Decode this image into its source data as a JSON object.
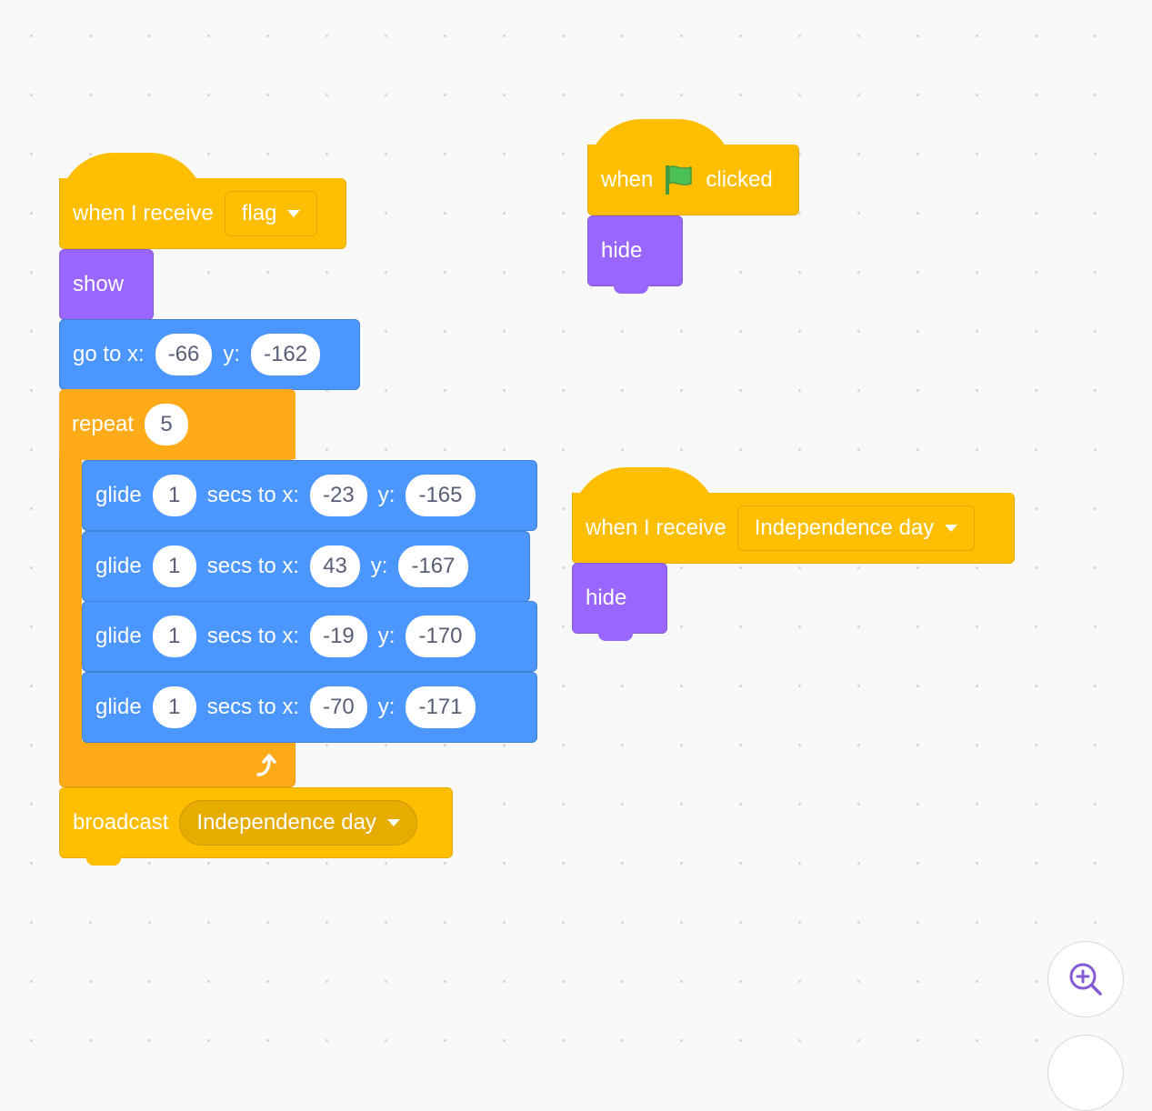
{
  "watermark": "",
  "colors": {
    "events": "#ffbf00",
    "looks": "#9966ff",
    "motion": "#4c97ff",
    "control": "#ffab19",
    "flag": "#4cbf56"
  },
  "script1": {
    "hat": {
      "label": "when I receive",
      "message": "flag"
    },
    "show": {
      "label": "show"
    },
    "goto": {
      "label_x": "go to x:",
      "x": "-66",
      "label_y": "y:",
      "y": "-162"
    },
    "repeat": {
      "label": "repeat",
      "count": "5"
    },
    "glides": [
      {
        "label": "glide",
        "secs": "1",
        "label_to": "secs to x:",
        "x": "-23",
        "label_y": "y:",
        "y": "-165"
      },
      {
        "label": "glide",
        "secs": "1",
        "label_to": "secs to x:",
        "x": "43",
        "label_y": "y:",
        "y": "-167"
      },
      {
        "label": "glide",
        "secs": "1",
        "label_to": "secs to x:",
        "x": "-19",
        "label_y": "y:",
        "y": "-170"
      },
      {
        "label": "glide",
        "secs": "1",
        "label_to": "secs to x:",
        "x": "-70",
        "label_y": "y:",
        "y": "-171"
      }
    ],
    "broadcast": {
      "label": "broadcast",
      "message": "Independence day"
    }
  },
  "script2": {
    "hat": {
      "label_when": "when",
      "icon": "green-flag-icon",
      "label_clicked": "clicked"
    },
    "hide": {
      "label": "hide"
    }
  },
  "script3": {
    "hat": {
      "label": "when I receive",
      "message": "Independence day"
    },
    "hide": {
      "label": "hide"
    }
  },
  "controls": {
    "zoom_in_icon": "zoom-in-icon"
  }
}
